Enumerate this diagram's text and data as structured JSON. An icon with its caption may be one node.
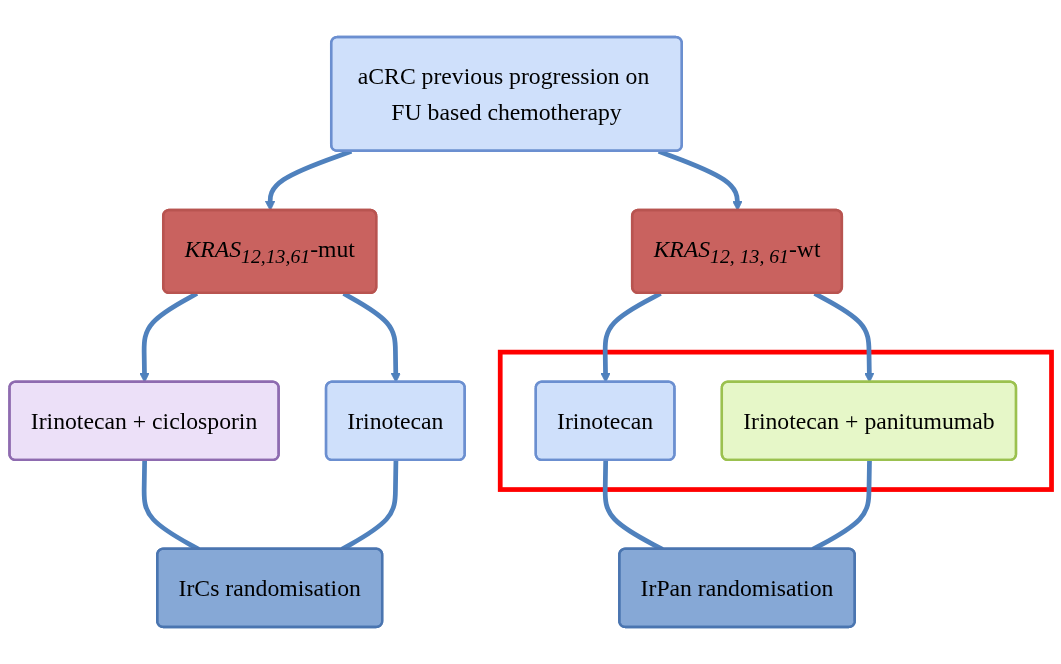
{
  "diagram": {
    "nodes": [
      {
        "text": [
          "aCRC previous progression on FU based chemotherapy"
        ]
      },
      {
        "text": [
          "*KRAS$_{12,13,61}$*-mut"
        ]
      },
      {
        "text": [
          "*KRAS$_{12, 13, 61}$*-wt"
        ]
      },
      {
        "text": [
          "Irinotecan + ciclosporin"
        ]
      },
      {
        "text": [
          "Irinotecan"
        ]
      },
      {
        "text": [],
        "shape": "box"
      },
      {
        "text": [
          "Irinotecan"
        ],
        "in": 5
      },
      {
        "text": [
          "Irinotecan + panitumumab"
        ],
        "in": 5
      },
      {
        "text": [
          "IrCs randomisation"
        ]
      },
      {
        "text": [
          "IrPan randomisation"
        ]
      }
    ],
    "edges": [
      {
        "from": 0,
        "to": 1,
        "arrow": "to"
      },
      {
        "from": 0,
        "to": 2,
        "arrow": "to"
      },
      {
        "from": 1,
        "to": 3,
        "arrow": "to"
      },
      {
        "from": 1,
        "to": 4,
        "arrow": "to"
      },
      {
        "from": 2,
        "to": 6,
        "arrow": "to"
      },
      {
        "from": 2,
        "to": 7,
        "arrow": "to"
      },
      {
        "from": 3,
        "to": 8,
        "arrow": "none"
      },
      {
        "from": 4,
        "to": 8,
        "arrow": "none"
      },
      {
        "from": 6,
        "to": 9,
        "arrow": "none"
      },
      {
        "from": 7,
        "to": 9,
        "arrow": "none"
      }
    ]
  }
}
